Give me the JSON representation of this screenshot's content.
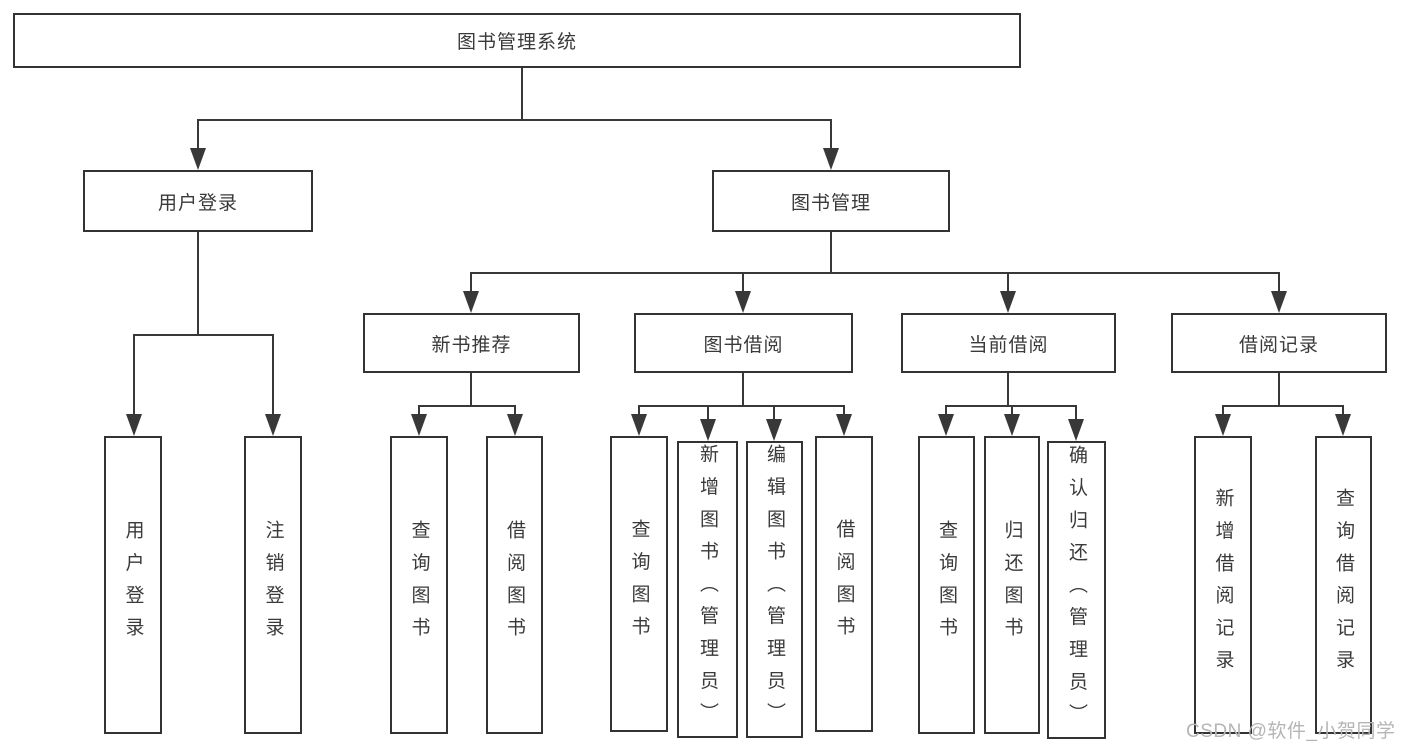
{
  "nodes": {
    "root": "图书管理系统",
    "user_login": "用户登录",
    "book_mgmt": "图书管理",
    "new_book_rec": "新书推荐",
    "book_borrow": "图书借阅",
    "current_borrow": "当前借阅",
    "borrow_record": "借阅记录",
    "ul_login": "用户登录",
    "ul_logout": "注销登录",
    "nr_query": "查询图书",
    "nr_borrow": "借阅图书",
    "bb_query": "查询图书",
    "bb_add": "新增图书（管理员）",
    "bb_edit": "编辑图书（管理员）",
    "bb_borrow": "借阅图书",
    "cb_query": "查询图书",
    "cb_return": "归还图书",
    "cb_confirm": "确认归还（管理员）",
    "br_add": "新增借阅记录",
    "br_query": "查询借阅记录"
  },
  "watermark": "CSDN @软件_小贺同学",
  "colors": {
    "line": "#383838",
    "text": "#3a3a3a",
    "watermark": "#b5b5b5",
    "background": "#ffffff"
  }
}
